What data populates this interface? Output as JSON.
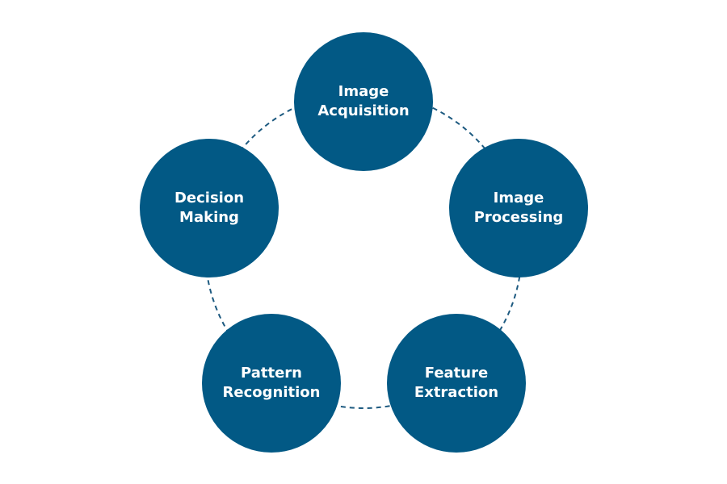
{
  "diagram": {
    "nodes": [
      {
        "label": "Image\nAcquisition"
      },
      {
        "label": "Image\nProcessing"
      },
      {
        "label": "Feature\nExtraction"
      },
      {
        "label": "Pattern\nRecognition"
      },
      {
        "label": "Decision\nMaking"
      }
    ],
    "colors": {
      "node_fill": "#025985",
      "connector": "#1d5a80",
      "label_text": "#ffffff",
      "background": "#ffffff"
    }
  }
}
